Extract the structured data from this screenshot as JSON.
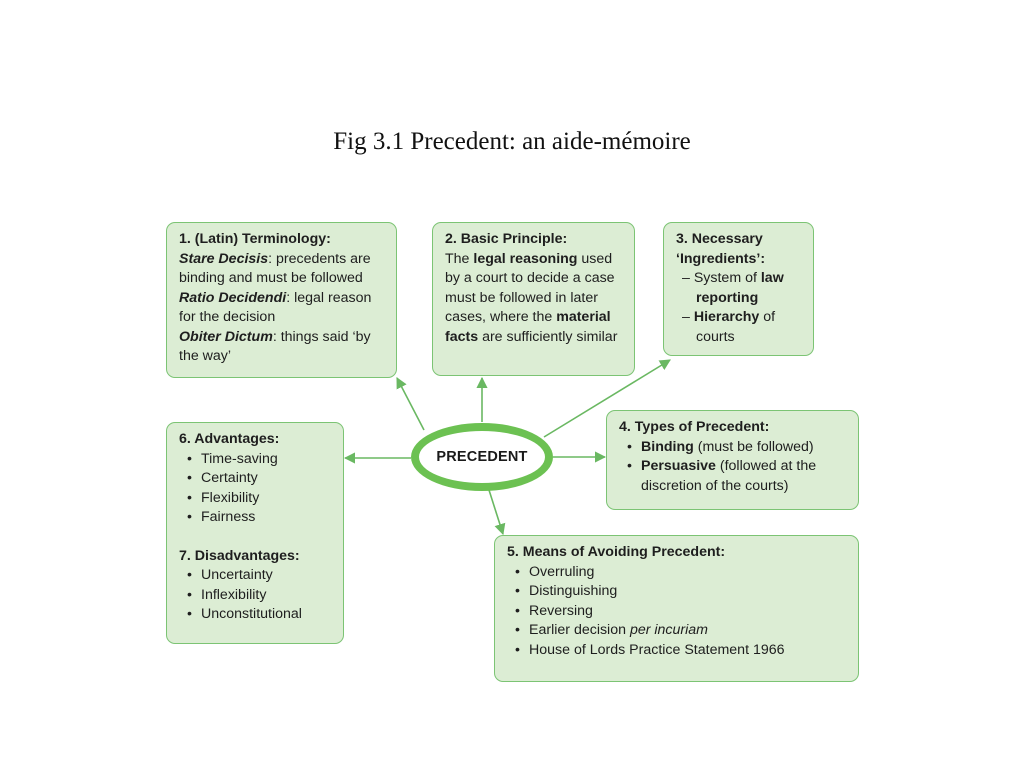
{
  "title": "Fig 3.1 Precedent: an aide-mémoire",
  "center": "PRECEDENT",
  "colors": {
    "box_fill": "#dcedd4",
    "box_border": "#7cc474",
    "hub_ring": "#6cc152",
    "arrow": "#6ab862"
  },
  "box1": {
    "heading": "1. (Latin) Terminology:",
    "t1_term": "Stare Decisis",
    "t1_def": ": precedents are binding and must be followed",
    "t2_term": "Ratio Decidendi",
    "t2_def": ": legal reason for the decision",
    "t3_term": "Obiter Dictum",
    "t3_def": ": things said ‘by the way’"
  },
  "box2": {
    "heading": "2. Basic Principle:",
    "p1": "The ",
    "p2": "legal reasoning",
    "p3": " used by a court to decide a case must be followed in later cases, where the ",
    "p4": "material facts",
    "p5": " are sufficiently similar"
  },
  "box3": {
    "heading1": "3. Necessary",
    "heading2": "‘Ingredients’:",
    "i1_a": "– System of ",
    "i1_b": "law",
    "i1_c": "reporting",
    "i2_a": "– ",
    "i2_b": "Hierarchy",
    "i2_c": " of",
    "i2_d": "courts"
  },
  "box4": {
    "heading": "4. Types of Precedent:",
    "b1_bold": "Binding",
    "b1_rest": " (must be followed)",
    "b2_bold": "Persuasive",
    "b2_rest": " (followed at the discretion of the courts)"
  },
  "box5": {
    "heading": "5. Means of Avoiding Precedent:",
    "items": [
      "Overruling",
      "Distinguishing",
      "Reversing"
    ],
    "item4_a": "Earlier decision ",
    "item4_b": "per incuriam",
    "item5": "House of Lords Practice Statement 1966"
  },
  "box6": {
    "adv_heading": "6. Advantages:",
    "advantages": [
      "Time-saving",
      "Certainty",
      "Flexibility",
      "Fairness"
    ],
    "dis_heading": "7. Disadvantages:",
    "disadvantages": [
      "Uncertainty",
      "Inflexibility",
      "Unconstitutional"
    ]
  }
}
